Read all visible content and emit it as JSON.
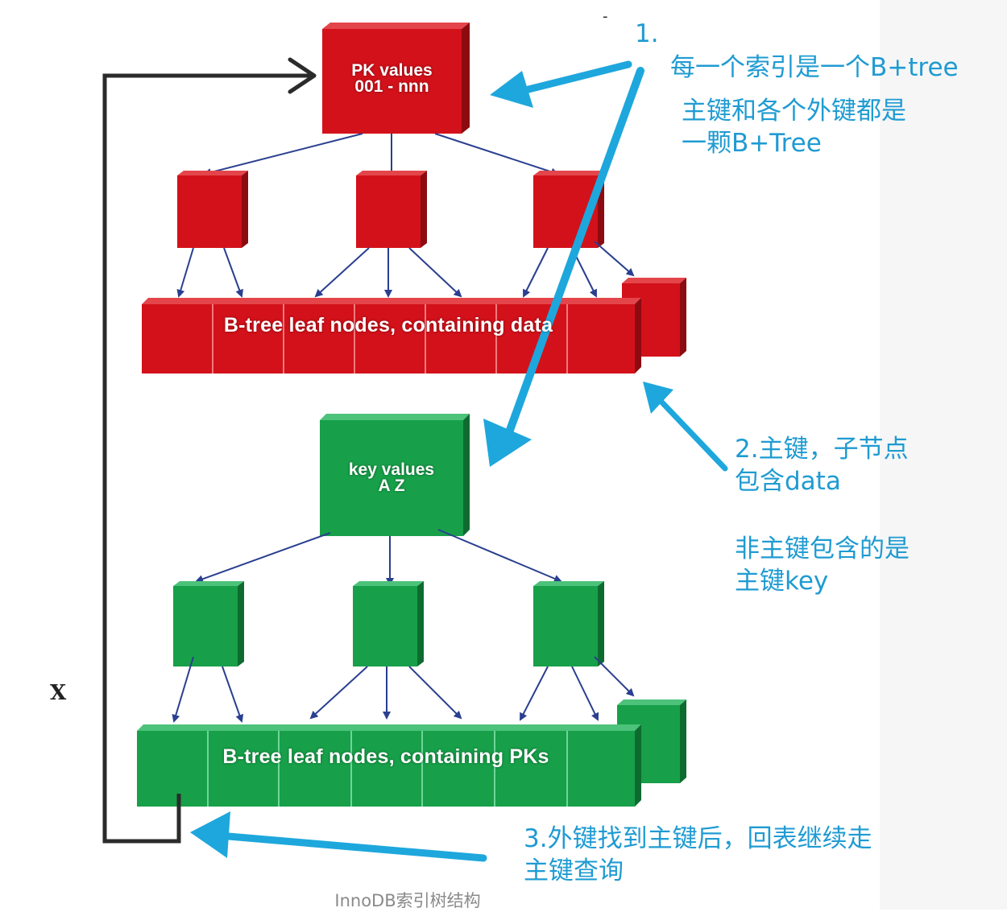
{
  "diagram": {
    "pk_root_line1": "PK values",
    "pk_root_line2": "001 - nnn",
    "pk_leaf_label": "B-tree leaf nodes, containing data",
    "key_root_line1": "key values",
    "key_root_line2": "A  Z",
    "key_leaf_label": "B-tree leaf nodes, containing PKs",
    "x_label": "X"
  },
  "annotations": {
    "note1_line1": "1.",
    "note1_line2": "每一个索引是一个B+tree",
    "note1b_line1": "主键和各个外键都是",
    "note1b_line2": "一颗B+Tree",
    "note2_line1": "2.主键，子节点",
    "note2_line2": "包含data",
    "note2b_line1": "非主键包含的是",
    "note2b_line2": "主键key",
    "note3_line1": "3.外键找到主键后，回表继续走",
    "note3_line2": "主键查询"
  },
  "caption": "InnoDB索引树结构",
  "colors": {
    "red_front": "#d3111a",
    "green_front": "#17a049",
    "annotation_blue": "#1f9bd2",
    "tree_arrow": "#2a3f8f"
  }
}
